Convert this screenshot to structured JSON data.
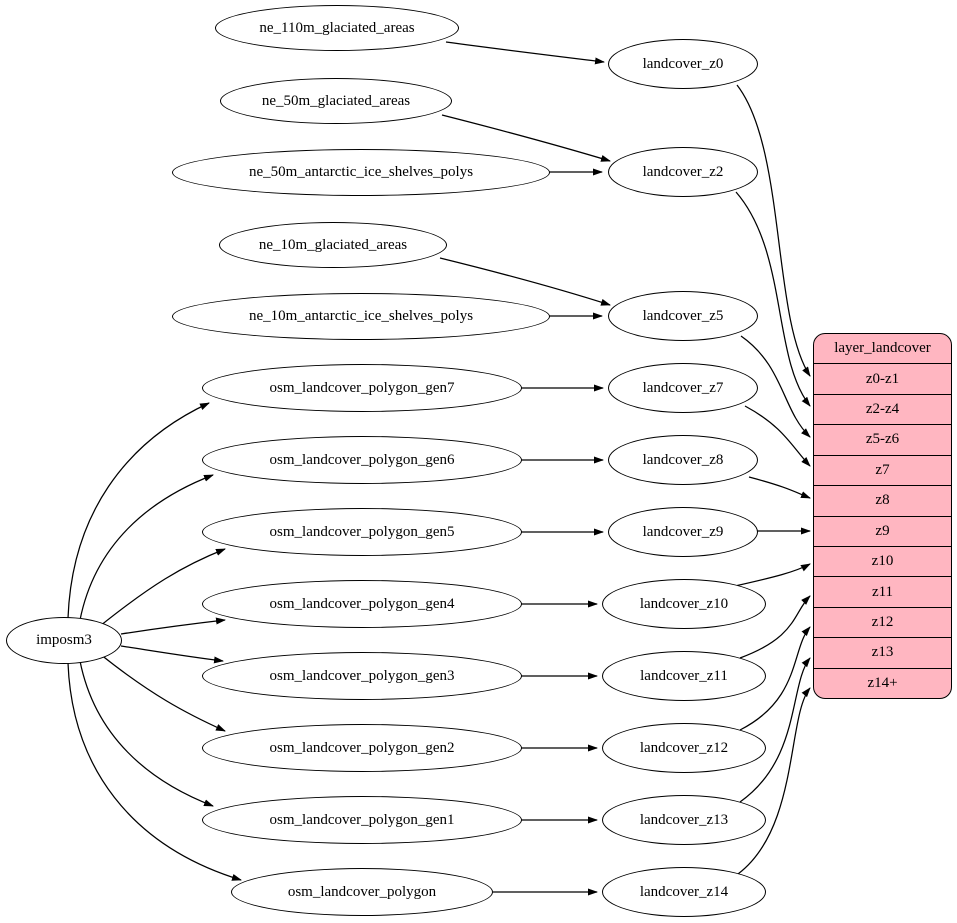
{
  "diagram": {
    "colors": {
      "table_fill": "#ffb6c1",
      "node_fill": "#ffffff",
      "stroke": "#000000",
      "bg": "#ffffff"
    },
    "root": {
      "label": "imposm3"
    },
    "sources": [
      {
        "label": "ne_110m_glaciated_areas"
      },
      {
        "label": "ne_50m_glaciated_areas"
      },
      {
        "label": "ne_50m_antarctic_ice_shelves_polys"
      },
      {
        "label": "ne_10m_glaciated_areas"
      },
      {
        "label": "ne_10m_antarctic_ice_shelves_polys"
      },
      {
        "label": "osm_landcover_polygon_gen7"
      },
      {
        "label": "osm_landcover_polygon_gen6"
      },
      {
        "label": "osm_landcover_polygon_gen5"
      },
      {
        "label": "osm_landcover_polygon_gen4"
      },
      {
        "label": "osm_landcover_polygon_gen3"
      },
      {
        "label": "osm_landcover_polygon_gen2"
      },
      {
        "label": "osm_landcover_polygon_gen1"
      },
      {
        "label": "osm_landcover_polygon"
      }
    ],
    "stages": [
      {
        "label": "landcover_z0"
      },
      {
        "label": "landcover_z2"
      },
      {
        "label": "landcover_z5"
      },
      {
        "label": "landcover_z7"
      },
      {
        "label": "landcover_z8"
      },
      {
        "label": "landcover_z9"
      },
      {
        "label": "landcover_z10"
      },
      {
        "label": "landcover_z11"
      },
      {
        "label": "landcover_z12"
      },
      {
        "label": "landcover_z13"
      },
      {
        "label": "landcover_z14"
      }
    ],
    "table": {
      "title": "layer_landcover",
      "rows": [
        "z0-z1",
        "z2-z4",
        "z5-z6",
        "z7",
        "z8",
        "z9",
        "z10",
        "z11",
        "z12",
        "z13",
        "z14+"
      ]
    }
  }
}
